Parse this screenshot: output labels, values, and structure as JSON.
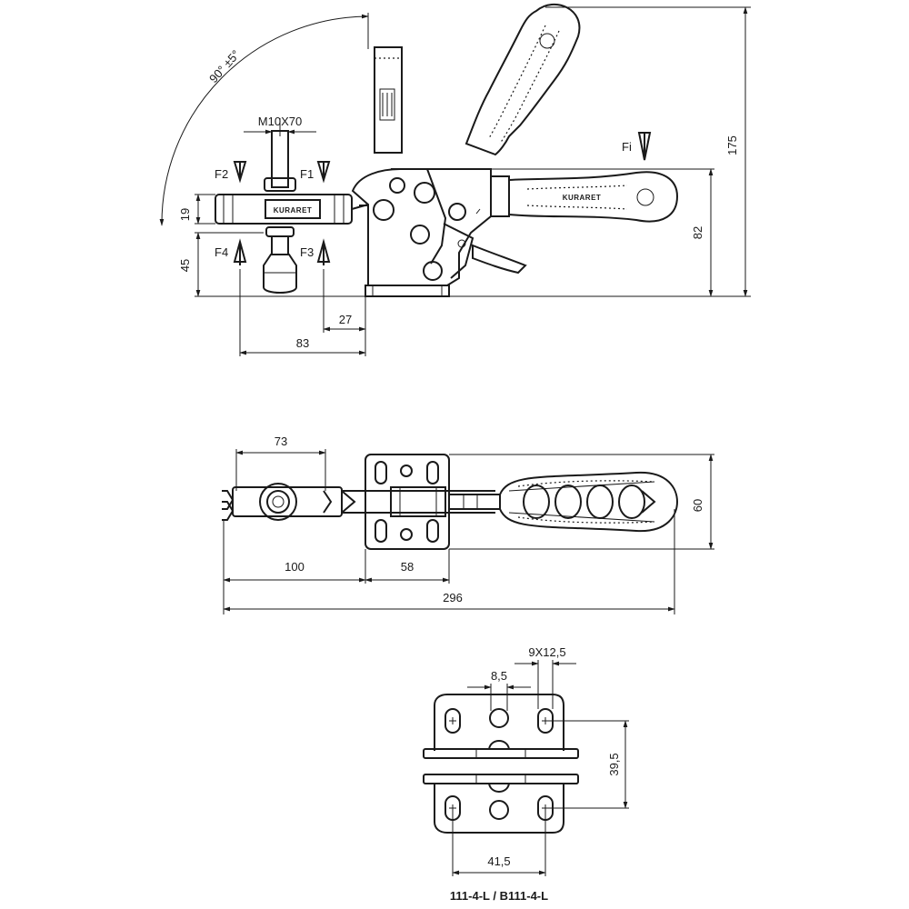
{
  "side_view": {
    "angle": "90° ±5°",
    "thread": "M10X70",
    "forces": {
      "f1": "F1",
      "f2": "F2",
      "f3": "F3",
      "f4": "F4",
      "fi": "Fi"
    },
    "dims": {
      "d19": "19",
      "d45": "45",
      "d27": "27",
      "d83": "83",
      "d82": "82",
      "d175": "175"
    },
    "brand_arm": "KURARET",
    "brand_handle": "KURARET"
  },
  "top_view": {
    "dims": {
      "d73": "73",
      "d60": "60",
      "d100": "100",
      "d58": "58",
      "d296": "296"
    }
  },
  "base_view": {
    "dims": {
      "d9x125": "9X12,5",
      "d85": "8,5",
      "d395": "39,5",
      "d415": "41,5"
    },
    "caption": "111-4-L / B111-4-L"
  }
}
